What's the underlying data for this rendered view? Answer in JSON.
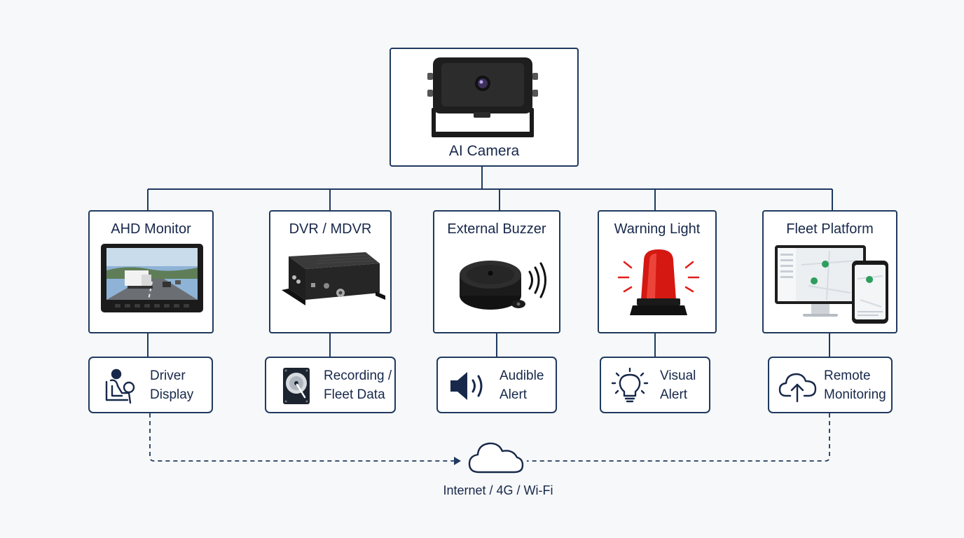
{
  "camera": {
    "title": "AI Camera",
    "icon": "camera-icon"
  },
  "devices": [
    {
      "id": "ahd-monitor",
      "title": "AHD Monitor",
      "icon": "monitor-icon"
    },
    {
      "id": "dvr",
      "title": "DVR / MDVR",
      "icon": "dvr-icon"
    },
    {
      "id": "buzzer",
      "title": "External Buzzer",
      "icon": "buzzer-icon"
    },
    {
      "id": "warning-light",
      "title": "Warning Light",
      "icon": "siren-icon"
    },
    {
      "id": "fleet-platform",
      "title": "Fleet Platform",
      "icon": "computer-phone-icon"
    }
  ],
  "functions": [
    {
      "id": "driver-display",
      "line1": "Driver",
      "line2": "Display",
      "icon": "driver-icon"
    },
    {
      "id": "recording",
      "line1": "Recording /",
      "line2": "Fleet Data",
      "icon": "hard-drive-icon"
    },
    {
      "id": "audible-alert",
      "line1": "Audible",
      "line2": "Alert",
      "icon": "speaker-icon"
    },
    {
      "id": "visual-alert",
      "line1": "Visual",
      "line2": "Alert",
      "icon": "light-bulb-icon"
    },
    {
      "id": "remote-monitoring",
      "line1": "Remote",
      "line2": "Monitoring",
      "icon": "cloud-upload-icon"
    }
  ],
  "network": {
    "label": "Internet / 4G / Wi-Fi",
    "icon": "cloud-icon"
  },
  "colors": {
    "line": "#1f3a5f",
    "text": "#17284a",
    "alert_red": "#e0201b"
  }
}
